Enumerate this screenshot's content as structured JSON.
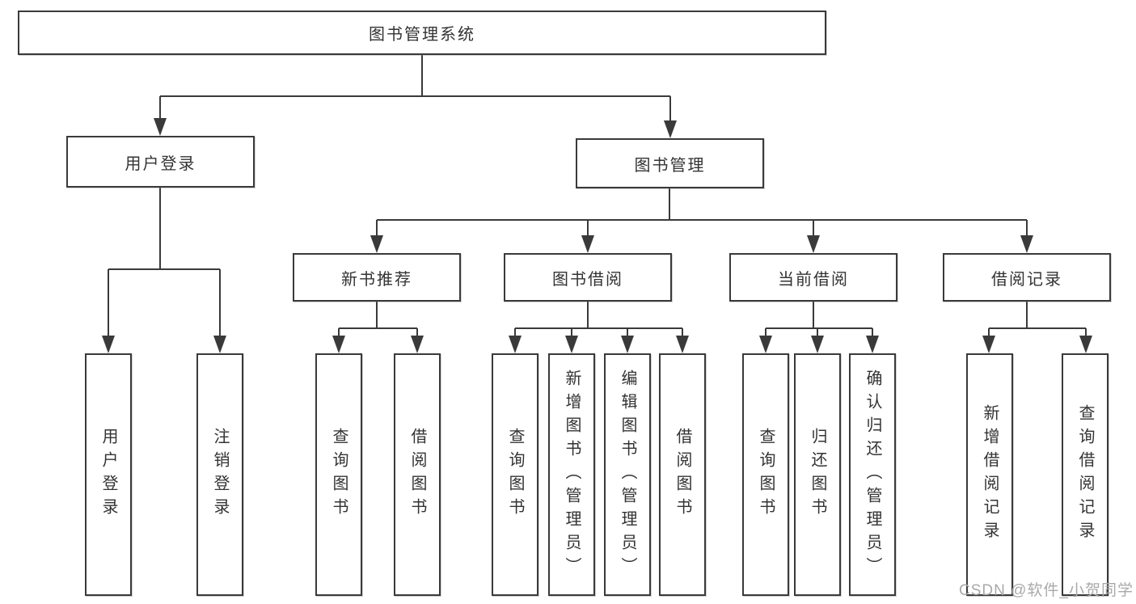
{
  "diagram": {
    "title": "图书管理系统",
    "level2": [
      {
        "label": "用户登录"
      },
      {
        "label": "图书管理"
      }
    ],
    "level3": [
      {
        "label": "新书推荐"
      },
      {
        "label": "图书借阅"
      },
      {
        "label": "当前借阅"
      },
      {
        "label": "借阅记录"
      }
    ],
    "leaves": [
      {
        "label": "用户登录",
        "parent": "用户登录"
      },
      {
        "label": "注销登录",
        "parent": "用户登录"
      },
      {
        "label": "查询图书",
        "parent": "新书推荐"
      },
      {
        "label": "借阅图书",
        "parent": "新书推荐"
      },
      {
        "label": "查询图书",
        "parent": "图书借阅"
      },
      {
        "label": "新增图书（管理员）",
        "parent": "图书借阅"
      },
      {
        "label": "编辑图书（管理员）",
        "parent": "图书借阅"
      },
      {
        "label": "借阅图书",
        "parent": "图书借阅"
      },
      {
        "label": "查询图书",
        "parent": "当前借阅"
      },
      {
        "label": "归还图书",
        "parent": "当前借阅"
      },
      {
        "label": "确认归还（管理员）",
        "parent": "当前借阅"
      },
      {
        "label": "新增借阅记录",
        "parent": "借阅记录"
      },
      {
        "label": "查询借阅记录",
        "parent": "借阅记录"
      }
    ],
    "watermark": "CSDN @软件_小贺同学",
    "colors": {
      "line": "#3a3a3a",
      "text": "#333333",
      "background": "#ffffff",
      "watermark": "#a9a9a9"
    }
  }
}
